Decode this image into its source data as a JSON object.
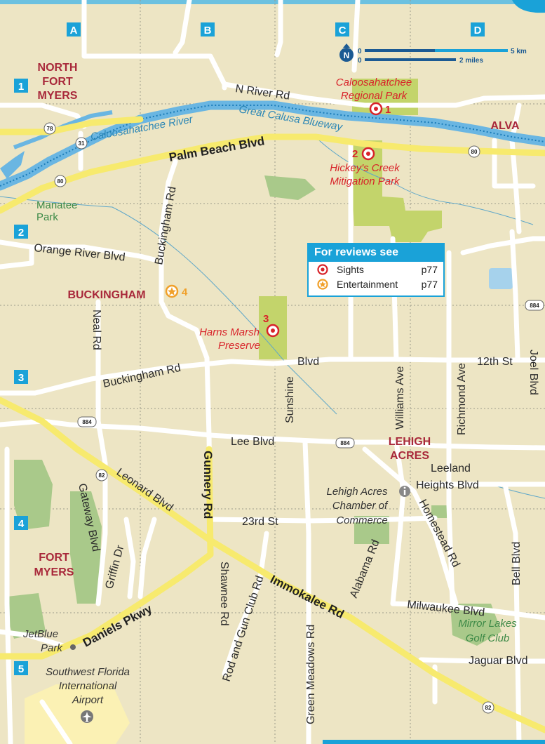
{
  "grid": {
    "columns": [
      "A",
      "B",
      "C",
      "D"
    ],
    "rows": [
      "1",
      "2",
      "3",
      "4",
      "5"
    ]
  },
  "scale": {
    "north": "N",
    "km_zero": "0",
    "km_label": "5 km",
    "mi_zero": "0",
    "mi_label": "2 miles"
  },
  "legend": {
    "title": "For reviews see",
    "items": [
      {
        "icon": "sights-icon",
        "label": "Sights",
        "page": "p77",
        "color": "#d8232a"
      },
      {
        "icon": "entertainment-icon",
        "label": "Entertainment",
        "page": "p77",
        "color": "#f0a02a"
      }
    ]
  },
  "towns": {
    "north_fort_myers_1": "NORTH",
    "north_fort_myers_2": "FORT",
    "north_fort_myers_3": "MYERS",
    "alva": "ALVA",
    "buckingham": "BUCKINGHAM",
    "lehigh_1": "LEHIGH",
    "lehigh_2": "ACRES",
    "fort_myers_1": "FORT",
    "fort_myers_2": "MYERS"
  },
  "sights": [
    {
      "number": "1",
      "name_1": "Caloosahatchee",
      "name_2": "Regional Park"
    },
    {
      "number": "2",
      "name_1": "Hickey's Creek",
      "name_2": "Mitigation Park"
    },
    {
      "number": "3",
      "name_1": "Harns Marsh",
      "name_2": "Preserve"
    }
  ],
  "entertainment": [
    {
      "number": "4"
    }
  ],
  "water": {
    "river": "Caloosahatchee River",
    "blueway": "Great Calusa Blueway"
  },
  "parks": {
    "manatee_1": "Manatee",
    "manatee_2": "Park",
    "mirror_1": "Mirror Lakes",
    "mirror_2": "Golf Club"
  },
  "places": {
    "jetblue_1": "JetBlue",
    "jetblue_2": "Park",
    "airport_1": "Southwest Florida",
    "airport_2": "International",
    "airport_3": "Airport",
    "chamber_1": "Lehigh Acres",
    "chamber_2": "Chamber of",
    "chamber_3": "Commerce"
  },
  "roads": {
    "n_river": "N River Rd",
    "palm_beach": "Palm Beach Blvd",
    "buckingham_rd_v": "Buckingham Rd",
    "orange_river": "Orange River Blvd",
    "neal": "Neal Rd",
    "buckingham_rd": "Buckingham Rd",
    "blvd": "Blvd",
    "twelfth": "12th St",
    "williams": "Williams Ave",
    "richmond": "Richmond Ave",
    "joel": "Joel Blvd",
    "sunshine": "Sunshine",
    "lee": "Lee Blvd",
    "gunnery": "Gunnery Rd",
    "leonard": "Leonard Blvd",
    "gateway": "Gateway Blvd",
    "griffin": "Griffin Dr",
    "twentythird": "23rd St",
    "leeland_1": "Leeland",
    "leeland_2": "Heights Blvd",
    "homestead": "Homestead Rd",
    "bell": "Bell Blvd",
    "alabama": "Alabama Rd",
    "milwaukee": "Milwaukee Blvd",
    "jaguar": "Jaguar Blvd",
    "shawnee": "Shawnee Rd",
    "rod_gun": "Rod and Gun Club Rd",
    "green_meadows": "Green Meadows Rd",
    "immokalee": "Immokalee Rd",
    "daniels": "Daniels Pkwy"
  },
  "shields": [
    "78",
    "31",
    "80",
    "80",
    "884",
    "884",
    "884",
    "82",
    "82"
  ]
}
